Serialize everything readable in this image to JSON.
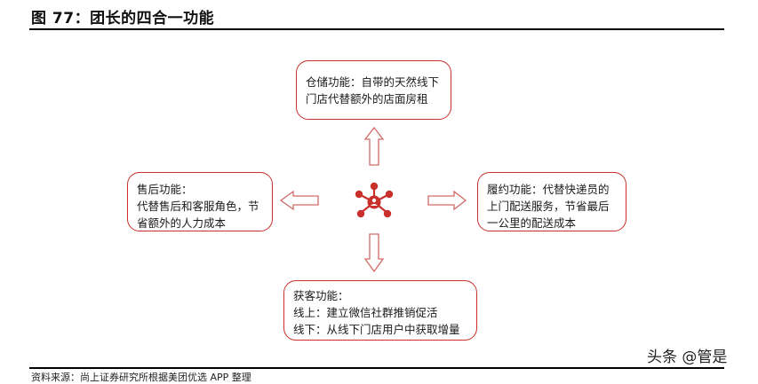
{
  "figure": {
    "title": "图 77：团长的四合一功能"
  },
  "boxes": {
    "top": {
      "lines": [
        "仓储功能：自带的天然线下",
        "门店代替额外的店面房租"
      ]
    },
    "left": {
      "lines": [
        "售后功能：",
        "代替售后和客服角色，节",
        "省额外的人力成本"
      ]
    },
    "right": {
      "lines": [
        "履约功能：代替快递员的",
        "上门配送服务，节省最后",
        "一公里的配送成本"
      ]
    },
    "bottom": {
      "lines": [
        "获客功能：",
        "线上：建立微信社群推销促活",
        "线下：从线下门店用户中获取增量"
      ]
    }
  },
  "center_icon": "network-hub-icon",
  "arrows": [
    "up",
    "left",
    "right",
    "down"
  ],
  "colors": {
    "accent": "#c9302c",
    "arrow": "#d06a66"
  },
  "source": "资料来源：尚上证券研究所根据美团优选 APP 整理",
  "watermark": "头条 @管是"
}
